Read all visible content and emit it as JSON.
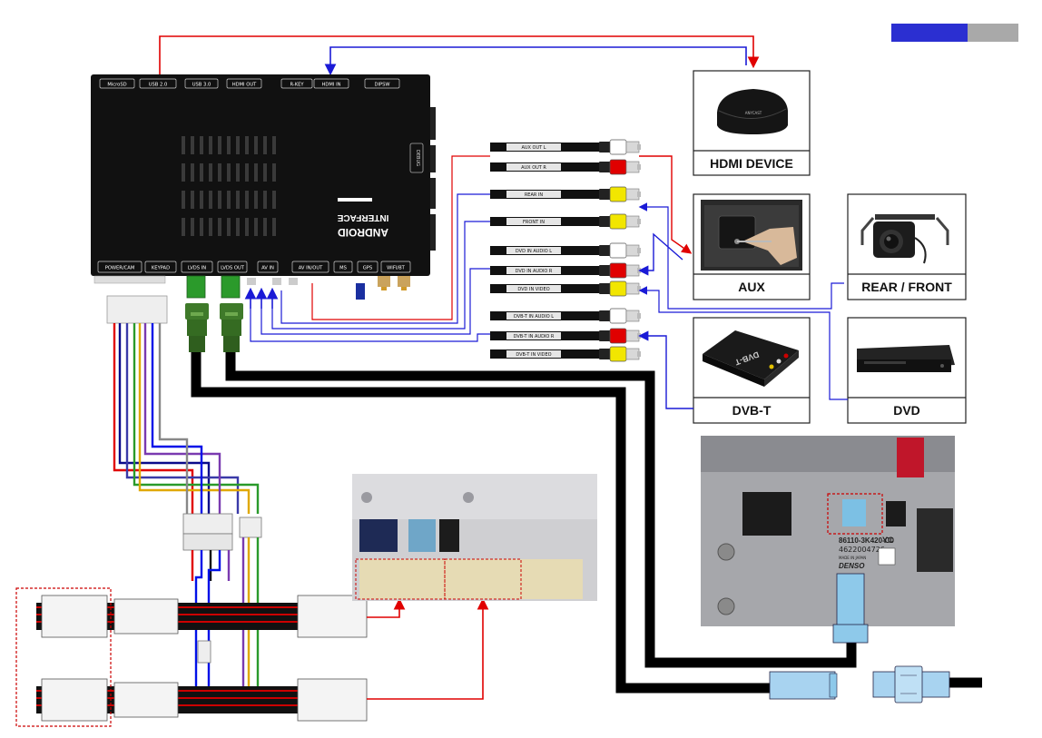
{
  "header": {
    "tab_colors": [
      "#2b2fd1",
      "#a9a9a9"
    ]
  },
  "unit": {
    "name_lines": [
      "ANDROID",
      "INTERFACE"
    ],
    "debug_label": "DEBUG",
    "top_ports": [
      "MicroSD",
      "USB 2.0",
      "USB 3.0",
      "HDMI OUT",
      "R-KEY",
      "HDMI IN",
      "DIPSW"
    ],
    "bottom_ports": [
      "POWER/CAM",
      "KEYPAD",
      "LVDS IN",
      "LVDS OUT",
      "AV IN",
      "AV IN/OUT",
      "MS",
      "GPS",
      "WIFI/BT"
    ]
  },
  "rca_cables": [
    {
      "label": "AUX OUT L",
      "plug_color": "#ffffff"
    },
    {
      "label": "AUX OUT R",
      "plug_color": "#e00000"
    },
    {
      "label": "REAR IN",
      "plug_color": "#f2e600"
    },
    {
      "label": "FRONT IN",
      "plug_color": "#f2e600"
    },
    {
      "label": "DVD IN AUDIO L",
      "plug_color": "#ffffff"
    },
    {
      "label": "DVD IN AUDIO R",
      "plug_color": "#e00000"
    },
    {
      "label": "DVD IN VIDEO",
      "plug_color": "#f2e600"
    },
    {
      "label": "DVB-T IN AUDIO L",
      "plug_color": "#ffffff"
    },
    {
      "label": "DVB-T IN AUDIO R",
      "plug_color": "#e00000"
    },
    {
      "label": "DVB-T IN VIDEO",
      "plug_color": "#f2e600"
    }
  ],
  "devices": {
    "hdmi": "HDMI DEVICE",
    "aux": "AUX",
    "rear_front": "REAR / FRONT",
    "dvd": "DVD",
    "dvbt": "DVB-T",
    "dvbt_device_text": "DVB-T",
    "hdmi_device_text": "ANYCAST"
  },
  "head_unit_photo": {
    "part_number": "86110-3K420-C0",
    "serial": "4622004726",
    "maker": "DENSO",
    "made_in": "MADE IN JAPAN",
    "code": "YC"
  },
  "colors": {
    "signal_red": "#e00000",
    "signal_blue": "#1a1ad6",
    "lvds_green": "#3f7a2a",
    "connector_blue": "#8ec9ea"
  }
}
